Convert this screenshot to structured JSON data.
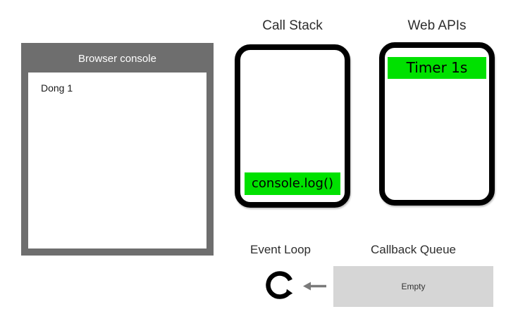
{
  "console": {
    "title": "Browser console",
    "lines": [
      "Dong 1"
    ]
  },
  "call_stack": {
    "title": "Call Stack",
    "frames": [
      "console.log()"
    ]
  },
  "web_apis": {
    "title": "Web APIs",
    "items": [
      "Timer 1s"
    ]
  },
  "event_loop": {
    "title": "Event Loop",
    "icon": "clockwise-loop-arrow-icon",
    "flow_icon": "left-arrow-icon"
  },
  "callback_queue": {
    "title": "Callback Queue",
    "status": "Empty"
  },
  "colors": {
    "highlight_green": "#00e100",
    "console_frame_gray": "#6e6e6e",
    "queue_gray": "#d6d6d6",
    "arrow_gray": "#7a7a7a",
    "box_border": "#000000"
  }
}
